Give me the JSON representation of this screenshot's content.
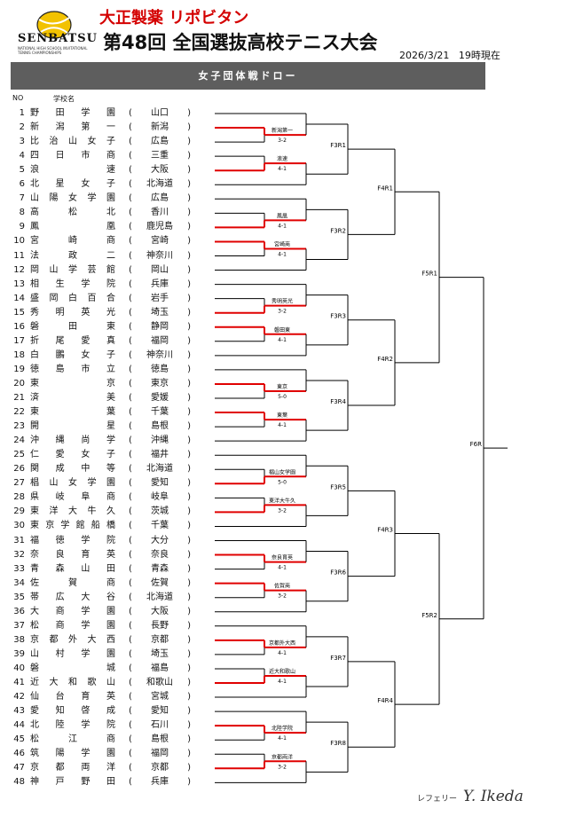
{
  "header": {
    "sponsor": "大正製薬 リポビタン",
    "logo_text": "SENBATSU",
    "logo_sub": "NATIONAL HIGH SCHOOL INVITATIONAL TENNIS CHAMPIONSHIPS",
    "title": "第48回 全国選抜高校テニス大会",
    "date": "2026/3/21",
    "time_note": "19時現在"
  },
  "section_title": "女子団体戦ドロー",
  "columns": {
    "no": "NO",
    "school": "学校名"
  },
  "colors": {
    "winner": "#e00000",
    "line": "#000000",
    "bar": "#5e5e5e"
  },
  "teams": [
    {
      "no": "1",
      "name": "野田学園",
      "pref": "山口"
    },
    {
      "no": "2",
      "name": "新潟第一",
      "pref": "新潟"
    },
    {
      "no": "3",
      "name": "比治山女子",
      "pref": "広島"
    },
    {
      "no": "4",
      "name": "四日市商",
      "pref": "三重"
    },
    {
      "no": "5",
      "name": "浪速",
      "pref": "大阪"
    },
    {
      "no": "6",
      "name": "北星女子",
      "pref": "北海道"
    },
    {
      "no": "7",
      "name": "山陽女学園",
      "pref": "広島"
    },
    {
      "no": "8",
      "name": "高松北",
      "pref": "香川"
    },
    {
      "no": "9",
      "name": "鳳凰",
      "pref": "鹿児島"
    },
    {
      "no": "10",
      "name": "宮崎商",
      "pref": "宮崎"
    },
    {
      "no": "11",
      "name": "法政二",
      "pref": "神奈川"
    },
    {
      "no": "12",
      "name": "岡山学芸館",
      "pref": "岡山"
    },
    {
      "no": "13",
      "name": "相生学院",
      "pref": "兵庫"
    },
    {
      "no": "14",
      "name": "盛岡白百合",
      "pref": "岩手"
    },
    {
      "no": "15",
      "name": "秀明英光",
      "pref": "埼玉"
    },
    {
      "no": "16",
      "name": "磐田東",
      "pref": "静岡"
    },
    {
      "no": "17",
      "name": "折尾愛真",
      "pref": "福岡"
    },
    {
      "no": "18",
      "name": "白鵬女子",
      "pref": "神奈川"
    },
    {
      "no": "19",
      "name": "徳島市立",
      "pref": "徳島"
    },
    {
      "no": "20",
      "name": "東京",
      "pref": "東京"
    },
    {
      "no": "21",
      "name": "済美",
      "pref": "愛媛"
    },
    {
      "no": "22",
      "name": "東葉",
      "pref": "千葉"
    },
    {
      "no": "23",
      "name": "開星",
      "pref": "島根"
    },
    {
      "no": "24",
      "name": "沖縄尚学",
      "pref": "沖縄"
    },
    {
      "no": "25",
      "name": "仁愛女子",
      "pref": "福井"
    },
    {
      "no": "26",
      "name": "関成中等",
      "pref": "北海道"
    },
    {
      "no": "27",
      "name": "椙山女学園",
      "pref": "愛知"
    },
    {
      "no": "28",
      "name": "県岐阜商",
      "pref": "岐阜"
    },
    {
      "no": "29",
      "name": "東洋大牛久",
      "pref": "茨城"
    },
    {
      "no": "30",
      "name": "東京学館船橋",
      "pref": "千葉"
    },
    {
      "no": "31",
      "name": "福徳学院",
      "pref": "大分"
    },
    {
      "no": "32",
      "name": "奈良育英",
      "pref": "奈良"
    },
    {
      "no": "33",
      "name": "青森山田",
      "pref": "青森"
    },
    {
      "no": "34",
      "name": "佐賀商",
      "pref": "佐賀"
    },
    {
      "no": "35",
      "name": "帯広大谷",
      "pref": "北海道"
    },
    {
      "no": "36",
      "name": "大商学園",
      "pref": "大阪"
    },
    {
      "no": "37",
      "name": "松商学園",
      "pref": "長野"
    },
    {
      "no": "38",
      "name": "京都外大西",
      "pref": "京都"
    },
    {
      "no": "39",
      "name": "山村学園",
      "pref": "埼玉"
    },
    {
      "no": "40",
      "name": "磐城",
      "pref": "福島"
    },
    {
      "no": "41",
      "name": "近大和歌山",
      "pref": "和歌山"
    },
    {
      "no": "42",
      "name": "仙台育英",
      "pref": "宮城"
    },
    {
      "no": "43",
      "name": "愛知啓成",
      "pref": "愛知"
    },
    {
      "no": "44",
      "name": "北陸学院",
      "pref": "石川"
    },
    {
      "no": "45",
      "name": "松江商",
      "pref": "島根"
    },
    {
      "no": "46",
      "name": "筑陽学園",
      "pref": "福岡"
    },
    {
      "no": "47",
      "name": "京都両洋",
      "pref": "京都"
    },
    {
      "no": "48",
      "name": "神戸野田",
      "pref": "兵庫"
    }
  ],
  "first_round": [
    {
      "winner": "新潟第一",
      "score": "3-2"
    },
    {
      "winner": "浪速",
      "score": "4-1"
    },
    {
      "winner": "鳳凰",
      "score": "4-1"
    },
    {
      "winner": "宮崎商",
      "score": "4-1"
    },
    {
      "winner": "秀明英光",
      "score": "3-2"
    },
    {
      "winner": "磐田東",
      "score": "4-1"
    },
    {
      "winner": "東京",
      "score": "5-0"
    },
    {
      "winner": "東葉",
      "score": "4-1"
    },
    {
      "winner": "椙山女学園",
      "score": "5-0"
    },
    {
      "winner": "東洋大牛久",
      "score": "3-2"
    },
    {
      "winner": "奈良育英",
      "score": "4-1"
    },
    {
      "winner": "佐賀商",
      "score": "3-2"
    },
    {
      "winner": "京都外大西",
      "score": "4-1"
    },
    {
      "winner": "近大和歌山",
      "score": "4-1"
    },
    {
      "winner": "北陸学院",
      "score": "4-1"
    },
    {
      "winner": "京都両洋",
      "score": "3-2"
    }
  ],
  "r3_labels": [
    "F3R1",
    "F3R2",
    "F3R3",
    "F3R4",
    "F3R5",
    "F3R6",
    "F3R7",
    "F3R8"
  ],
  "r4_labels": [
    "F4R1",
    "F4R2",
    "F4R3",
    "F4R4"
  ],
  "r5_labels": [
    "F5R1",
    "F5R2"
  ],
  "final_label": "F6R",
  "signature": {
    "label": "レフェリー",
    "name": "Y. Ikeda"
  }
}
